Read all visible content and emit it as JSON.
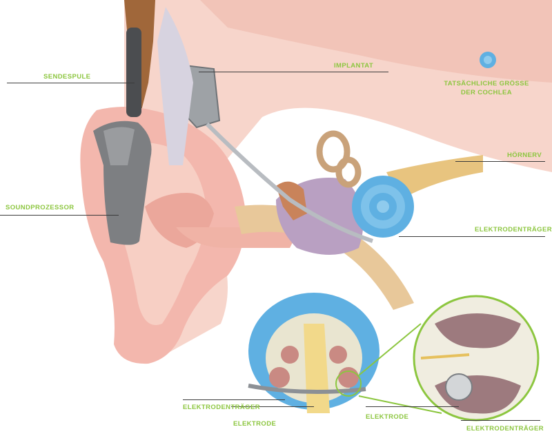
{
  "colors": {
    "label_green": "#8cc63f",
    "skin": "#f3b7ad",
    "skin_light": "#f9d9cf",
    "cochlea_blue": "#5fb0e2",
    "nerve_yellow": "#f2d98a",
    "device_gray": "#7d7f82",
    "callout_green": "#8cc63f"
  },
  "labels": {
    "sendespule": "SENDESPULE",
    "implantat": "IMPLANTAT",
    "cochlea_size_line1": "TATSÄCHLICHE GRÖSSE",
    "cochlea_size_line2": "DER COCHLEA",
    "hoernerv": "HÖRNERV",
    "soundprozessor": "SOUNDPROZESSOR",
    "elektrodentraeger_main": "ELEKTRODENTRÄGER",
    "elektrodentraeger_detail": "ELEKTRODENTRÄGER",
    "elektrode_detail": "ELEKTRODE",
    "elektrode_zoom": "ELEKTRODE",
    "elektrodentraeger_zoom": "ELEKTRODENTRÄGER"
  },
  "icons": [
    "ear-illustration",
    "cochlear-implant-device",
    "sound-processor",
    "transmitter-coil",
    "cochlea-spiral",
    "auditory-nerve",
    "cochlea-cross-section",
    "zoom-circle"
  ]
}
